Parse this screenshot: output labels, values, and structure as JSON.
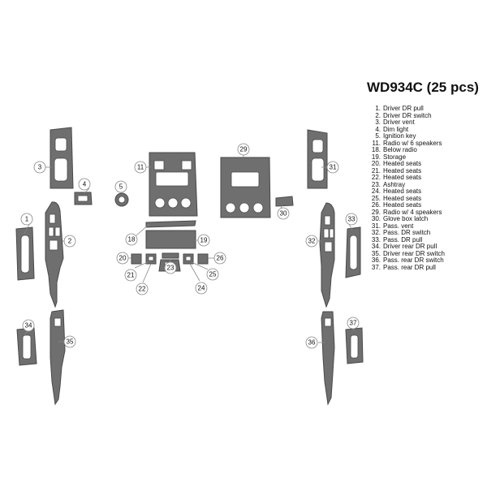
{
  "kit": {
    "title": "WD934C (25 pcs)"
  },
  "colors": {
    "piece_fill": "#6f6f6f",
    "piece_stroke": "#4a4a4a",
    "callout_stroke": "#888888",
    "text": "#111111"
  },
  "parts": [
    {
      "num": "1.",
      "label": "Driver DR pull"
    },
    {
      "num": "2.",
      "label": "Driver DR switch"
    },
    {
      "num": "3.",
      "label": "Driver vent"
    },
    {
      "num": "4.",
      "label": "Dim light"
    },
    {
      "num": "5.",
      "label": "Ignition key"
    },
    {
      "num": "11.",
      "label": "Radio w/ 6 speakers"
    },
    {
      "num": "18.",
      "label": "Below radio"
    },
    {
      "num": "19.",
      "label": "Storage"
    },
    {
      "num": "20.",
      "label": "Heated seats"
    },
    {
      "num": "21.",
      "label": "Heated seats"
    },
    {
      "num": "22.",
      "label": "Heated seats"
    },
    {
      "num": "23.",
      "label": "Ashtray"
    },
    {
      "num": "24.",
      "label": "Heated seats"
    },
    {
      "num": "25.",
      "label": "Heated seats"
    },
    {
      "num": "26.",
      "label": "Heated seats"
    },
    {
      "num": "29.",
      "label": "Radio w/ 4 speakers"
    },
    {
      "num": "30.",
      "label": "Glove box latch"
    },
    {
      "num": "31.",
      "label": "Pass. vent"
    },
    {
      "num": "32.",
      "label": "Pass. DR switch"
    },
    {
      "num": "33.",
      "label": "Pass. DR pull"
    },
    {
      "num": "34.",
      "label": "Driver rear DR pull"
    },
    {
      "num": "35.",
      "label": "Driver rear DR switch"
    },
    {
      "num": "36.",
      "label": "Pass. rear DR switch"
    },
    {
      "num": "37.",
      "label": "Pass. rear DR pull"
    }
  ],
  "callouts": [
    "1",
    "2",
    "3",
    "4",
    "5",
    "11",
    "18",
    "19",
    "20",
    "21",
    "22",
    "23",
    "24",
    "25",
    "26",
    "29",
    "30",
    "31",
    "32",
    "33",
    "34",
    "35",
    "36",
    "37"
  ]
}
